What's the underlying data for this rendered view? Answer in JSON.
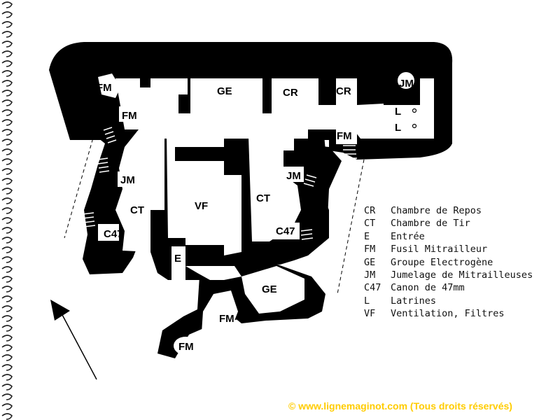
{
  "plan_labels": {
    "fm_nw": "FM",
    "fm_w": "FM",
    "ge_top": "GE",
    "cr_1": "CR",
    "cr_2": "CR",
    "jm_ne": "JM",
    "l_1": "L",
    "l_2": "L",
    "fm_e": "FM",
    "jm_w": "JM",
    "jm_e": "JM",
    "ct_w": "CT",
    "vf": "VF",
    "ct_e": "CT",
    "c47_w": "C47",
    "c47_e": "C47",
    "e": "E",
    "ge_bottom": "GE",
    "fm_s1": "FM",
    "fm_s2": "FM"
  },
  "legend": [
    {
      "code": "CR",
      "text": "Chambre de Repos"
    },
    {
      "code": "CT",
      "text": "Chambre de Tir"
    },
    {
      "code": "E",
      "text": "Entrée"
    },
    {
      "code": "FM",
      "text": "Fusil Mitrailleur"
    },
    {
      "code": "GE",
      "text": "Groupe Electrogène"
    },
    {
      "code": "JM",
      "text": "Jumelage de Mitrailleuses"
    },
    {
      "code": "C47",
      "text": "Canon de 47mm"
    },
    {
      "code": "L",
      "text": "Latrines"
    },
    {
      "code": "VF",
      "text": "Ventilation, Filtres"
    }
  ],
  "copyright": "© www.lignemaginot.com (Tous droits réservés)",
  "colors": {
    "walls": "#000000",
    "rooms": "#ffffff",
    "copyright": "#ffcc00"
  },
  "icons": {
    "north_arrow": "north-arrow-icon",
    "binding": "spiral-binding"
  }
}
